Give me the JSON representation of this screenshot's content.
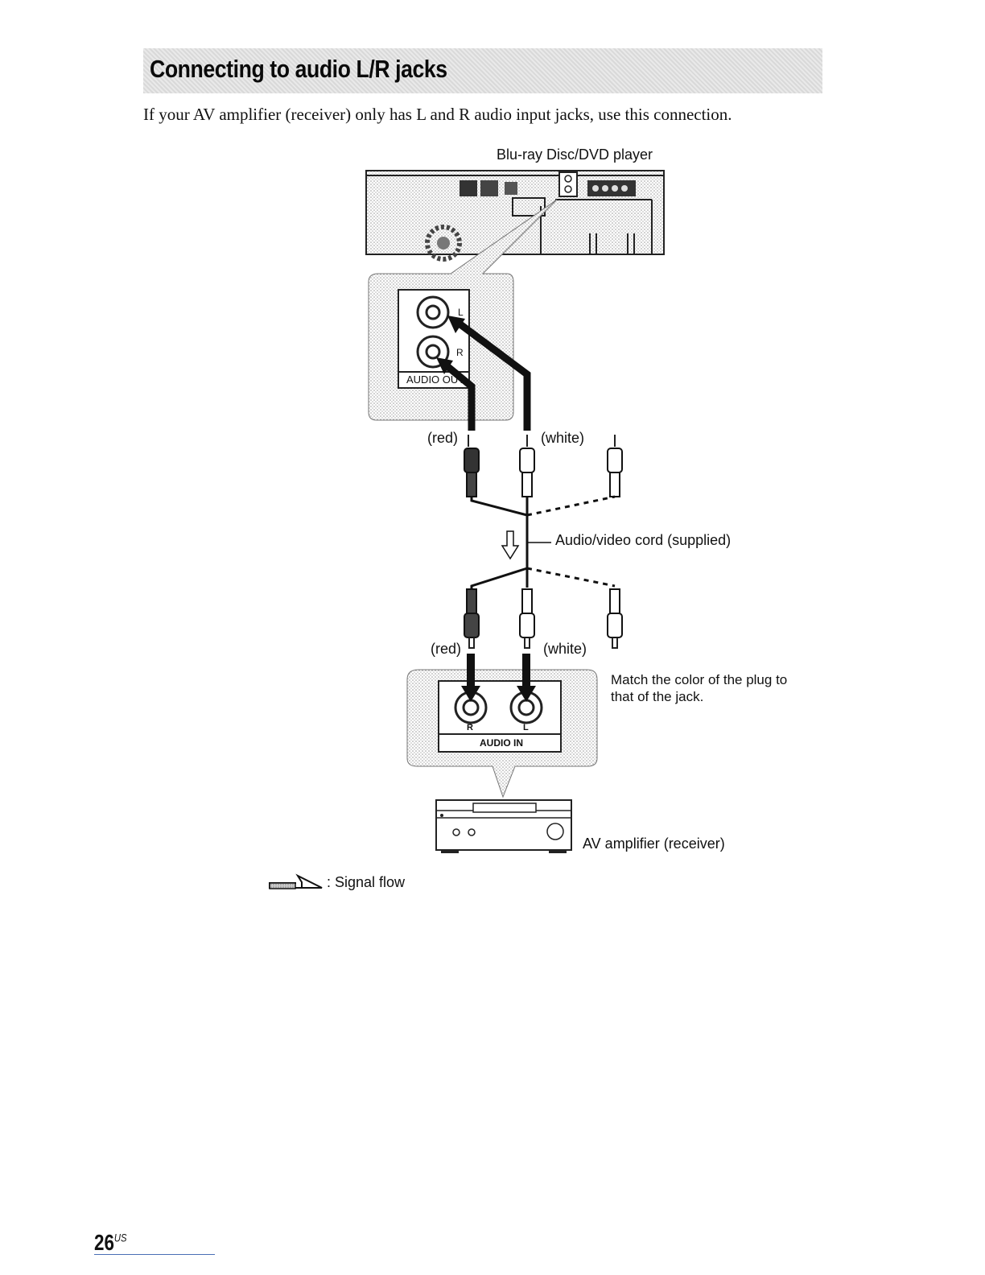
{
  "section": {
    "title": "Connecting to audio L/R jacks"
  },
  "intro": "If your AV amplifier (receiver) only has L and R audio input jacks, use this connection.",
  "diagram": {
    "player_label": "Blu-ray Disc/DVD player",
    "player_jack_panel": {
      "label": "AUDIO OUT",
      "jack_left": "L",
      "jack_right": "R"
    },
    "cable_labels": {
      "red_top": "(red)",
      "white_top": "(white)",
      "red_bottom": "(red)",
      "white_bottom": "(white)"
    },
    "cord_label": "Audio/video cord (supplied)",
    "amp_jack_panel": {
      "label": "AUDIO IN",
      "jack_r": "R",
      "jack_l": "L"
    },
    "match_note": "Match the color of the plug to that of the jack.",
    "amp_label": "AV amplifier (receiver)",
    "legend": ": Signal flow"
  },
  "footer": {
    "page_number": "26",
    "page_suffix": "US"
  }
}
